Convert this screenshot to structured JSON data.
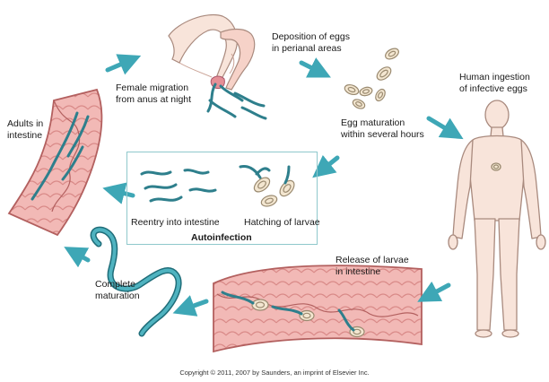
{
  "labels": {
    "female_migration": "Female migration\nfrom anus at night",
    "deposition": "Deposition of eggs\nin perianal areas",
    "human_ingestion": "Human ingestion\nof infective eggs",
    "egg_maturation": "Egg maturation\nwithin several hours",
    "adults": "Adults in\nintestine",
    "reentry": "Reentry into intestine",
    "hatching": "Hatching of larvae",
    "autoinfection": "Autoinfection",
    "release": "Release of larvae\nin intestine",
    "complete_maturation": "Complete\nmaturation"
  },
  "copyright": "Copyright © 2011, 2007 by Saunders, an imprint of Elsevier Inc.",
  "colors": {
    "arrow": "#3ea7b6",
    "worm": "#2e7f8c",
    "intestine_fill": "#f2b9b6",
    "intestine_edge": "#b3605f",
    "body_fill": "#f8e4da",
    "body_edge": "#a98a7e",
    "egg_fill": "#f3e6d0",
    "egg_edge": "#9a8a70",
    "box_border": "#8fc8cc"
  },
  "icons": [
    "arrow-icon",
    "pinworm-icon",
    "egg-icon",
    "human-body-icon",
    "intestine-icon",
    "buttocks-icon"
  ]
}
